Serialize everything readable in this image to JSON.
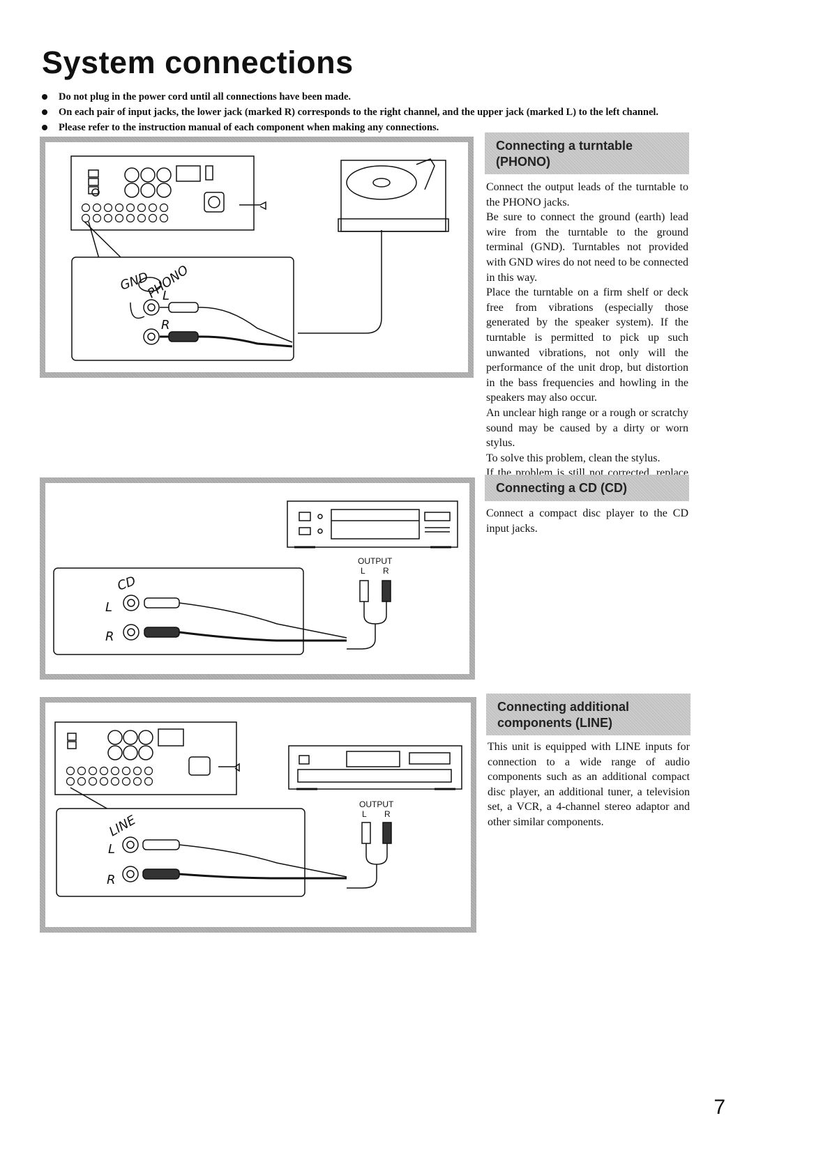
{
  "page": {
    "title": "System connections",
    "notes": [
      "Do not plug in the power cord until all connections have been made.",
      "On each pair of input jacks, the lower jack (marked R) corresponds to the right channel, and the upper jack (marked L) to the left channel.",
      "Please refer to the instruction manual of each component when making any connections."
    ],
    "page_number": "7"
  },
  "sections": [
    {
      "heading_line1": "Connecting a turntable",
      "heading_line2": "(PHONO)",
      "paragraphs": [
        "Connect the output leads of the turntable to the PHONO jacks.",
        "Be sure to connect the ground (earth) lead wire from the turntable to the ground terminal (GND). Turntables not provided with GND wires do not need to be connected in this way.",
        "Place the turntable on a firm shelf or deck free from vibrations (especially those generated by the speaker system). If the turntable is permitted to pick up such unwanted vibrations, not only will the performance of the unit drop, but distortion in the bass frequencies and howling in the speakers may also occur.",
        "An unclear high range or a rough or scratchy sound may be caused by a dirty or worn stylus.",
        "To solve this problem, clean the stylus.",
        "If the problem is still not corrected, replace the stylus."
      ],
      "figure_labels": {
        "gnd": "GND",
        "phono": "PHONO",
        "left": "L",
        "right": "R"
      }
    },
    {
      "heading_line1": "Connecting a CD (CD)",
      "paragraphs": [
        "Connect a compact disc player to the CD input jacks."
      ],
      "figure_labels": {
        "input": "CD",
        "left": "L",
        "right": "R",
        "output": "OUTPUT",
        "out_left": "L",
        "out_right": "R"
      }
    },
    {
      "heading_line1": "Connecting additional",
      "heading_line2": "components (LINE)",
      "paragraphs": [
        "This unit is equipped with LINE inputs for connection to a wide range of audio components such as an additional compact disc player, an additional tuner, a television set, a VCR, a 4-channel stereo adaptor and other similar components."
      ],
      "figure_labels": {
        "input": "LINE",
        "left": "L",
        "right": "R",
        "output": "OUTPUT",
        "out_left": "L",
        "out_right": "R"
      }
    }
  ],
  "colors": {
    "figure_frame": "#a9a9a9",
    "heading_band": "#c2c2c2",
    "ink": "#111111"
  }
}
